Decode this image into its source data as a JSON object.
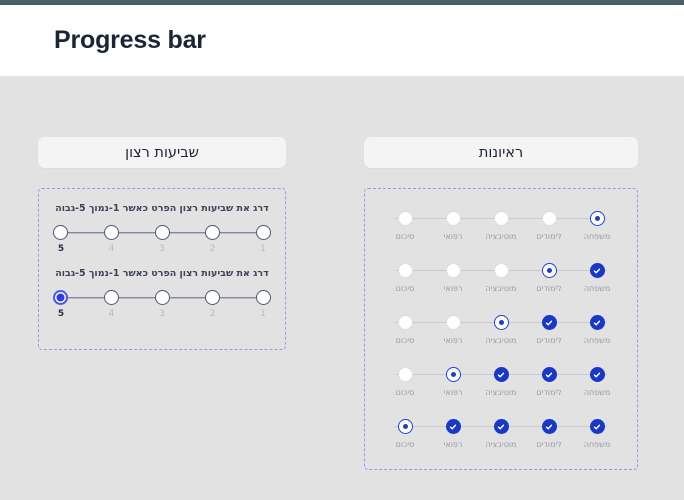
{
  "theme": {
    "top_strip_color": "#4a6168",
    "page_background": "#e2e2e2",
    "header_background": "#ffffff",
    "accent_blue": "#1939c4",
    "current_blue": "#1f3fc8",
    "selected_blue": "#2a3fd6",
    "dashed_border_purple": "#ac8fe2",
    "section_pill_background": "#f4f4f5",
    "muted_label_color": "#9a9aa4",
    "track_color_left": "#5d6480",
    "track_color_right": "#c9c9cf"
  },
  "header": {
    "title": "Progress bar"
  },
  "sections": {
    "satisfaction": {
      "header_label": "שביעות רצון",
      "ratings": [
        {
          "prompt": "דרג את שביעות רצון הפרט כאשר 1-נמוך 5-גבוה",
          "numbers": [
            "1",
            "2",
            "3",
            "4",
            "5"
          ],
          "selected_index": null,
          "highlighted_number_index": 4
        },
        {
          "prompt": "דרג את שביעות רצון הפרט כאשר 1-נמוך 5-גבוה",
          "numbers": [
            "1",
            "2",
            "3",
            "4",
            "5"
          ],
          "selected_index": 4,
          "highlighted_number_index": 4
        }
      ]
    },
    "interviews": {
      "header_label": "ראיונות",
      "step_labels": [
        "משפחה",
        "לימודים",
        "מוטיבציה",
        "רפואי",
        "סיכום"
      ],
      "check_icon": "check-icon",
      "rows": [
        {
          "states": [
            "current",
            "empty",
            "empty",
            "empty",
            "empty"
          ]
        },
        {
          "states": [
            "done",
            "current",
            "empty",
            "empty",
            "empty"
          ]
        },
        {
          "states": [
            "done",
            "done",
            "current",
            "empty",
            "empty"
          ]
        },
        {
          "states": [
            "done",
            "done",
            "done",
            "current",
            "empty"
          ]
        },
        {
          "states": [
            "done",
            "done",
            "done",
            "done",
            "current"
          ]
        }
      ]
    }
  }
}
